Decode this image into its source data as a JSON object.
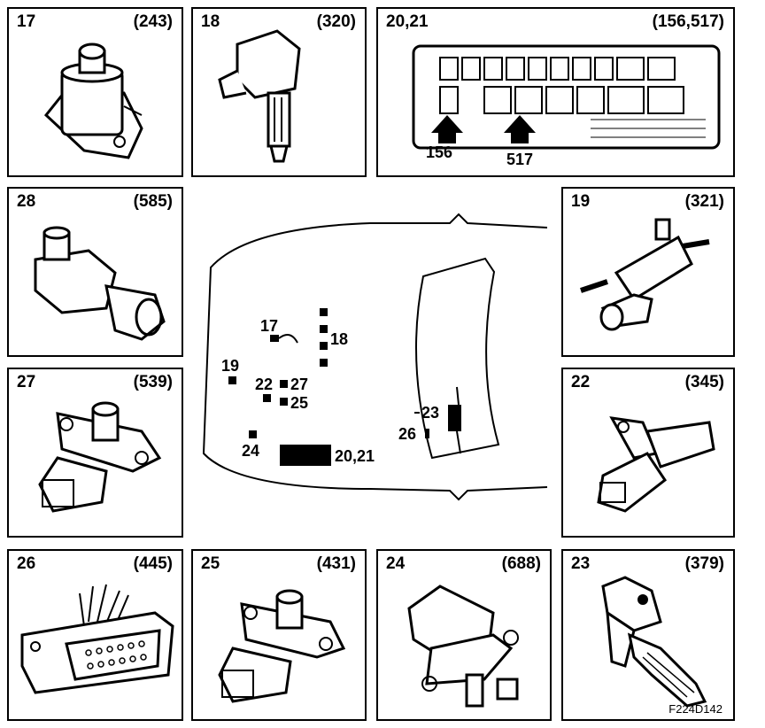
{
  "panels": [
    {
      "id": "p17",
      "number": "17",
      "code": "(243)",
      "icon": "solenoid-valve"
    },
    {
      "id": "p18",
      "number": "18",
      "code": "(320)",
      "icon": "ignition-coil"
    },
    {
      "id": "p2021",
      "number": "20,21",
      "code": "(156,517)",
      "icon": "fuse-relay-box",
      "callouts": [
        "156",
        "517"
      ]
    },
    {
      "id": "p28",
      "number": "28",
      "code": "(585)",
      "icon": "pressure-sensor"
    },
    {
      "id": "p19",
      "number": "19",
      "code": "(321)",
      "icon": "purge-valve"
    },
    {
      "id": "p27",
      "number": "27",
      "code": "(539)",
      "icon": "pressure-sensor"
    },
    {
      "id": "p22",
      "number": "22",
      "code": "(345)",
      "icon": "crankshaft-sensor"
    },
    {
      "id": "p26",
      "number": "26",
      "code": "(445)",
      "icon": "diagnostic-connector"
    },
    {
      "id": "p25",
      "number": "25",
      "code": "(431)",
      "icon": "pressure-sensor"
    },
    {
      "id": "p24",
      "number": "24",
      "code": "(688)",
      "icon": "temperature-pressure-sensor"
    },
    {
      "id": "p23",
      "number": "23",
      "code": "(379)",
      "icon": "accelerator-pedal"
    }
  ],
  "car_labels": {
    "l17": "17",
    "l18": "18",
    "l19": "19",
    "l22": "22",
    "l27": "27",
    "l25": "25",
    "l24": "24",
    "l2021": "20,21",
    "l23": "23",
    "l26": "26"
  },
  "figure_id": "F224D142"
}
